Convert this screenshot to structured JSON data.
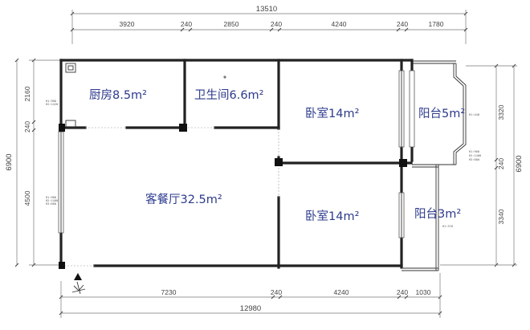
{
  "dimensions": {
    "top_total": "13510",
    "top_segments": [
      "3920",
      "240",
      "2850",
      "240",
      "4240",
      "240",
      "1780"
    ],
    "bottom_total": "12980",
    "bottom_segments": [
      "7230",
      "240",
      "4240",
      "240",
      "1030"
    ],
    "left_total": "6900",
    "left_segments": [
      "2160",
      "240",
      "4500"
    ],
    "right_total": "6900",
    "right_segments": [
      "3320",
      "240",
      "3340"
    ]
  },
  "rooms": {
    "kitchen": "厨房8.5m²",
    "bathroom": "卫生间6.6m²",
    "living_dining": "客餐厅32.5m²",
    "bedroom_1": "卧室14m²",
    "bedroom_2": "卧室14m²",
    "balcony_1": "阳台5m²",
    "balcony_2": "阳台3m²"
  },
  "window_notes": {
    "left_1": [
      "H1:900",
      "H2:1420"
    ],
    "left_2": [
      "H1:900",
      "H2:1400",
      "H3:600"
    ],
    "right_1": [
      "H1:448"
    ],
    "right_2": [
      "H1:900",
      "H2:1400",
      "H3:600"
    ],
    "right_3": [
      "H1:370"
    ]
  }
}
